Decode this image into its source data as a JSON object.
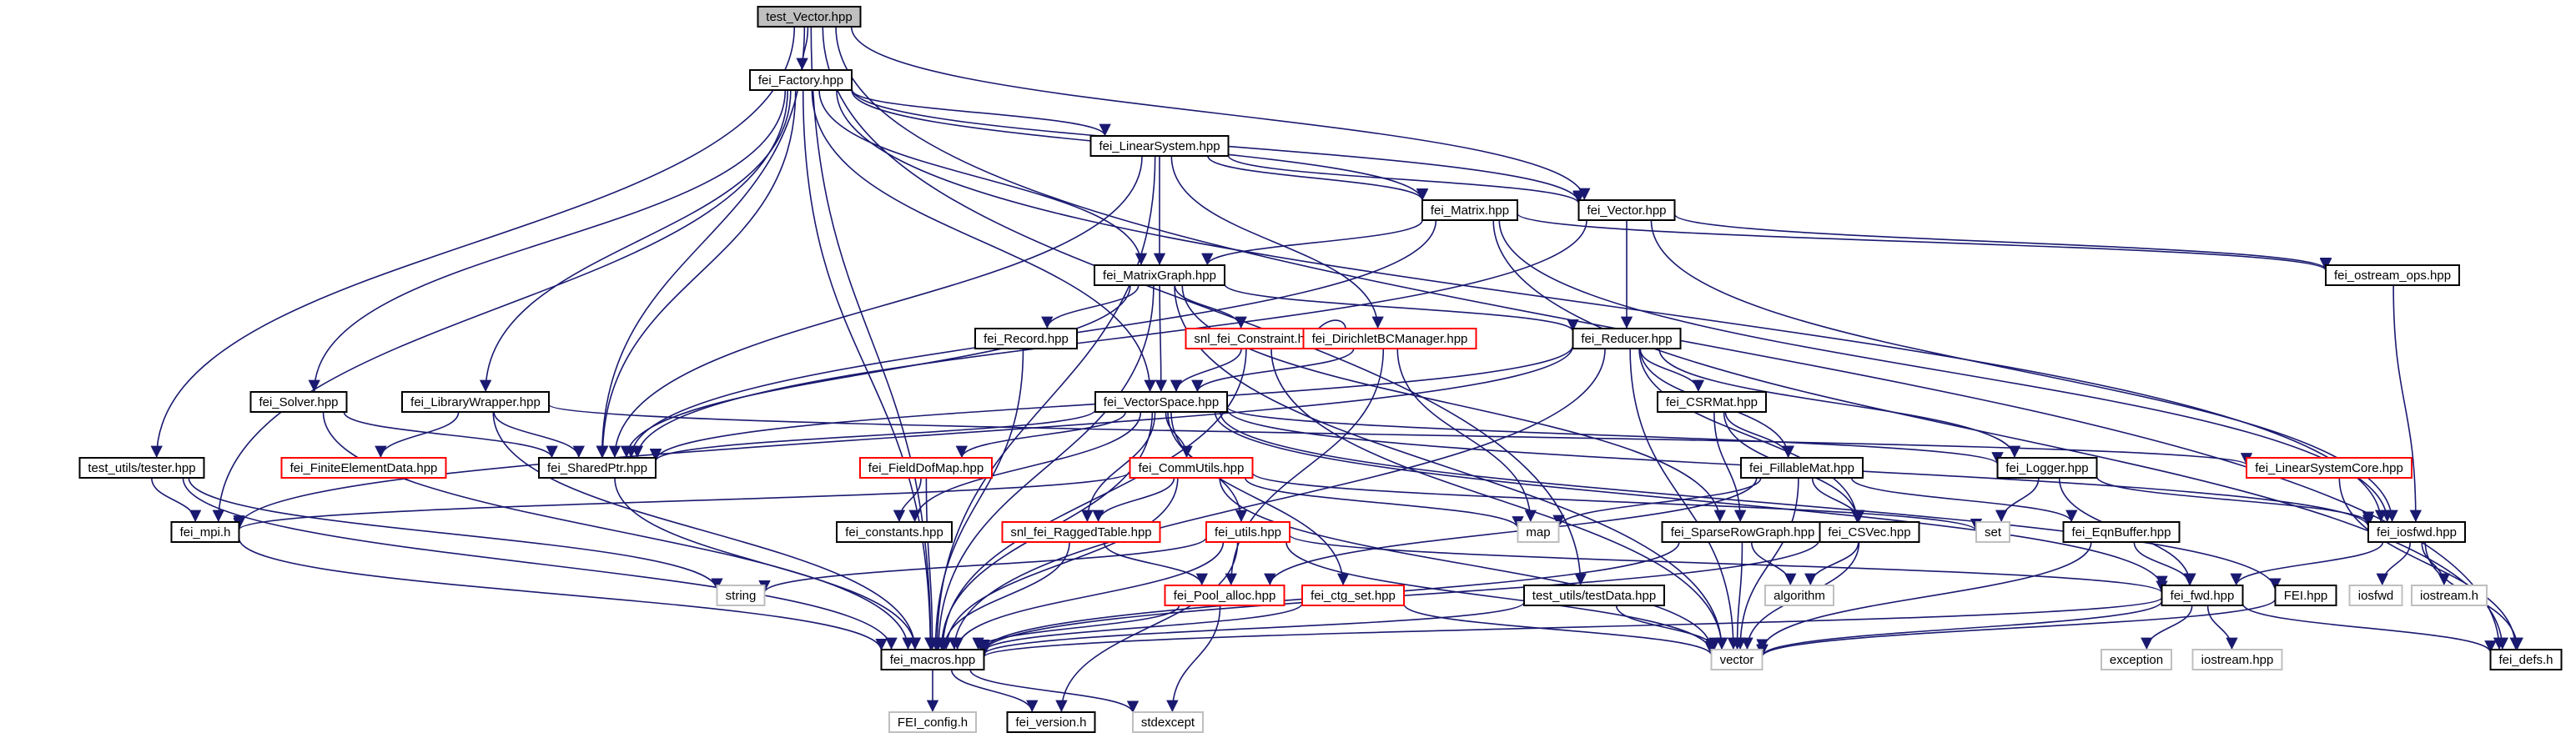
{
  "colors": {
    "root_fill": "#bfbfbf",
    "default_border": "#000000",
    "undocumented_border": "#ff0000",
    "external_border": "#bfbfbf",
    "external_text": "#666666",
    "edge": "#191970"
  },
  "nodes": [
    {
      "id": "test_Vector_hpp",
      "label": "test_Vector.hpp",
      "kind": "root"
    },
    {
      "id": "fei_Factory_hpp",
      "label": "fei_Factory.hpp",
      "kind": "default"
    },
    {
      "id": "fei_LinearSystem_hpp",
      "label": "fei_LinearSystem.hpp",
      "kind": "default"
    },
    {
      "id": "fei_Matrix_hpp",
      "label": "fei_Matrix.hpp",
      "kind": "default"
    },
    {
      "id": "fei_Vector_hpp",
      "label": "fei_Vector.hpp",
      "kind": "default"
    },
    {
      "id": "fei_ostream_ops_hpp",
      "label": "fei_ostream_ops.hpp",
      "kind": "default"
    },
    {
      "id": "fei_MatrixGraph_hpp",
      "label": "fei_MatrixGraph.hpp",
      "kind": "default"
    },
    {
      "id": "fei_Record_hpp",
      "label": "fei_Record.hpp",
      "kind": "default"
    },
    {
      "id": "snl_fei_Constraint_hpp",
      "label": "snl_fei_Constraint.hpp",
      "kind": "undocumented"
    },
    {
      "id": "fei_DirichletBCManager_hpp",
      "label": "fei_DirichletBCManager.hpp",
      "kind": "undocumented"
    },
    {
      "id": "fei_Reducer_hpp",
      "label": "fei_Reducer.hpp",
      "kind": "default"
    },
    {
      "id": "fei_Solver_hpp",
      "label": "fei_Solver.hpp",
      "kind": "default"
    },
    {
      "id": "fei_LibraryWrapper_hpp",
      "label": "fei_LibraryWrapper.hpp",
      "kind": "default"
    },
    {
      "id": "fei_VectorSpace_hpp",
      "label": "fei_VectorSpace.hpp",
      "kind": "default"
    },
    {
      "id": "fei_CSRMat_hpp",
      "label": "fei_CSRMat.hpp",
      "kind": "default"
    },
    {
      "id": "test_utils_tester_hpp",
      "label": "test_utils/tester.hpp",
      "kind": "default"
    },
    {
      "id": "fei_FiniteElementData_hpp",
      "label": "fei_FiniteElementData.hpp",
      "kind": "undocumented"
    },
    {
      "id": "fei_SharedPtr_hpp",
      "label": "fei_SharedPtr.hpp",
      "kind": "default"
    },
    {
      "id": "fei_FieldDofMap_hpp",
      "label": "fei_FieldDofMap.hpp",
      "kind": "undocumented"
    },
    {
      "id": "fei_CommUtils_hpp",
      "label": "fei_CommUtils.hpp",
      "kind": "undocumented"
    },
    {
      "id": "fei_FillableMat_hpp",
      "label": "fei_FillableMat.hpp",
      "kind": "default"
    },
    {
      "id": "fei_Logger_hpp",
      "label": "fei_Logger.hpp",
      "kind": "default"
    },
    {
      "id": "fei_LinearSystemCore_hpp",
      "label": "fei_LinearSystemCore.hpp",
      "kind": "undocumented"
    },
    {
      "id": "fei_mpi_h",
      "label": "fei_mpi.h",
      "kind": "default"
    },
    {
      "id": "fei_constants_hpp",
      "label": "fei_constants.hpp",
      "kind": "default"
    },
    {
      "id": "snl_fei_RaggedTable_hpp",
      "label": "snl_fei_RaggedTable.hpp",
      "kind": "undocumented"
    },
    {
      "id": "map",
      "label": "map",
      "kind": "external"
    },
    {
      "id": "set",
      "label": "set",
      "kind": "external"
    },
    {
      "id": "fei_utils_hpp",
      "label": "fei_utils.hpp",
      "kind": "undocumented"
    },
    {
      "id": "fei_SparseRowGraph_hpp",
      "label": "fei_SparseRowGraph.hpp",
      "kind": "default"
    },
    {
      "id": "fei_CSVec_hpp",
      "label": "fei_CSVec.hpp",
      "kind": "default"
    },
    {
      "id": "fei_EqnBuffer_hpp",
      "label": "fei_EqnBuffer.hpp",
      "kind": "default"
    },
    {
      "id": "fei_iosfwd_hpp",
      "label": "fei_iosfwd.hpp",
      "kind": "default"
    },
    {
      "id": "string",
      "label": "string",
      "kind": "external"
    },
    {
      "id": "fei_Pool_alloc_hpp",
      "label": "fei_Pool_alloc.hpp",
      "kind": "undocumented"
    },
    {
      "id": "fei_ctg_set_hpp",
      "label": "fei_ctg_set.hpp",
      "kind": "undocumented"
    },
    {
      "id": "test_utils_testData_hpp",
      "label": "test_utils/testData.hpp",
      "kind": "default"
    },
    {
      "id": "algorithm",
      "label": "algorithm",
      "kind": "external"
    },
    {
      "id": "fei_fwd_hpp",
      "label": "fei_fwd.hpp",
      "kind": "default"
    },
    {
      "id": "FEI_hpp",
      "label": "FEI.hpp",
      "kind": "default"
    },
    {
      "id": "iosfwd",
      "label": "iosfwd",
      "kind": "external"
    },
    {
      "id": "iostream_h",
      "label": "iostream.h",
      "kind": "external"
    },
    {
      "id": "fei_macros_hpp",
      "label": "fei_macros.hpp",
      "kind": "default"
    },
    {
      "id": "vector",
      "label": "vector",
      "kind": "external"
    },
    {
      "id": "exception",
      "label": "exception",
      "kind": "external"
    },
    {
      "id": "iostream_hpp",
      "label": "iostream.hpp",
      "kind": "external"
    },
    {
      "id": "fei_defs_h",
      "label": "fei_defs.h",
      "kind": "default"
    },
    {
      "id": "FEI_config_h",
      "label": "FEI_config.h",
      "kind": "external"
    },
    {
      "id": "fei_version_h",
      "label": "fei_version.h",
      "kind": "default"
    },
    {
      "id": "stdexcept",
      "label": "stdexcept",
      "kind": "external"
    }
  ],
  "edges": [
    [
      "test_Vector_hpp",
      "fei_Factory_hpp"
    ],
    [
      "test_Vector_hpp",
      "fei_Vector_hpp"
    ],
    [
      "test_Vector_hpp",
      "fei_SharedPtr_hpp"
    ],
    [
      "test_Vector_hpp",
      "test_utils_tester_hpp"
    ],
    [
      "test_Vector_hpp",
      "test_utils_testData_hpp"
    ],
    [
      "test_Vector_hpp",
      "fei_macros_hpp"
    ],
    [
      "test_Vector_hpp",
      "fei_defs_h"
    ],
    [
      "fei_Factory_hpp",
      "fei_LinearSystem_hpp"
    ],
    [
      "fei_Factory_hpp",
      "fei_Matrix_hpp"
    ],
    [
      "fei_Factory_hpp",
      "fei_Vector_hpp"
    ],
    [
      "fei_Factory_hpp",
      "fei_MatrixGraph_hpp"
    ],
    [
      "fei_Factory_hpp",
      "fei_VectorSpace_hpp"
    ],
    [
      "fei_Factory_hpp",
      "fei_Solver_hpp"
    ],
    [
      "fei_Factory_hpp",
      "fei_LibraryWrapper_hpp"
    ],
    [
      "fei_Factory_hpp",
      "fei_SharedPtr_hpp"
    ],
    [
      "fei_Factory_hpp",
      "fei_mpi_h"
    ],
    [
      "fei_Factory_hpp",
      "fei_macros_hpp"
    ],
    [
      "fei_Factory_hpp",
      "fei_iosfwd_hpp"
    ],
    [
      "fei_LinearSystem_hpp",
      "fei_Matrix_hpp"
    ],
    [
      "fei_LinearSystem_hpp",
      "fei_Vector_hpp"
    ],
    [
      "fei_LinearSystem_hpp",
      "fei_MatrixGraph_hpp"
    ],
    [
      "fei_LinearSystem_hpp",
      "fei_DirichletBCManager_hpp"
    ],
    [
      "fei_LinearSystem_hpp",
      "fei_SharedPtr_hpp"
    ],
    [
      "fei_LinearSystem_hpp",
      "fei_macros_hpp"
    ],
    [
      "fei_Matrix_hpp",
      "fei_MatrixGraph_hpp"
    ],
    [
      "fei_Matrix_hpp",
      "fei_ostream_ops_hpp"
    ],
    [
      "fei_Matrix_hpp",
      "fei_SharedPtr_hpp"
    ],
    [
      "fei_Matrix_hpp",
      "fei_iosfwd_hpp"
    ],
    [
      "fei_Matrix_hpp",
      "fei_defs_h"
    ],
    [
      "fei_Vector_hpp",
      "fei_Reducer_hpp"
    ],
    [
      "fei_Vector_hpp",
      "fei_ostream_ops_hpp"
    ],
    [
      "fei_Vector_hpp",
      "fei_SharedPtr_hpp"
    ],
    [
      "fei_Vector_hpp",
      "fei_iosfwd_hpp"
    ],
    [
      "fei_ostream_ops_hpp",
      "fei_iosfwd_hpp"
    ],
    [
      "fei_MatrixGraph_hpp",
      "fei_Record_hpp"
    ],
    [
      "fei_MatrixGraph_hpp",
      "snl_fei_Constraint_hpp"
    ],
    [
      "fei_MatrixGraph_hpp",
      "fei_VectorSpace_hpp"
    ],
    [
      "fei_MatrixGraph_hpp",
      "fei_Reducer_hpp"
    ],
    [
      "fei_MatrixGraph_hpp",
      "fei_SparseRowGraph_hpp"
    ],
    [
      "fei_MatrixGraph_hpp",
      "fei_SharedPtr_hpp"
    ],
    [
      "fei_MatrixGraph_hpp",
      "fei_macros_hpp"
    ],
    [
      "fei_MatrixGraph_hpp",
      "vector"
    ],
    [
      "fei_Record_hpp",
      "fei_macros_hpp"
    ],
    [
      "snl_fei_Constraint_hpp",
      "snl_fei_Constraint_hpp"
    ],
    [
      "snl_fei_Constraint_hpp",
      "fei_VectorSpace_hpp"
    ],
    [
      "snl_fei_Constraint_hpp",
      "fei_macros_hpp"
    ],
    [
      "snl_fei_Constraint_hpp",
      "vector"
    ],
    [
      "fei_DirichletBCManager_hpp",
      "fei_VectorSpace_hpp"
    ],
    [
      "fei_DirichletBCManager_hpp",
      "fei_Pool_alloc_hpp"
    ],
    [
      "fei_DirichletBCManager_hpp",
      "map"
    ],
    [
      "fei_Reducer_hpp",
      "fei_CSRMat_hpp"
    ],
    [
      "fei_Reducer_hpp",
      "fei_FillableMat_hpp"
    ],
    [
      "fei_Reducer_hpp",
      "fei_CSVec_hpp"
    ],
    [
      "fei_Reducer_hpp",
      "fei_Logger_hpp"
    ],
    [
      "fei_Reducer_hpp",
      "fei_SharedPtr_hpp"
    ],
    [
      "fei_Reducer_hpp",
      "fei_mpi_h"
    ],
    [
      "fei_Reducer_hpp",
      "fei_macros_hpp"
    ],
    [
      "fei_Reducer_hpp",
      "vector"
    ],
    [
      "fei_Solver_hpp",
      "fei_SharedPtr_hpp"
    ],
    [
      "fei_Solver_hpp",
      "fei_macros_hpp"
    ],
    [
      "fei_LibraryWrapper_hpp",
      "fei_FiniteElementData_hpp"
    ],
    [
      "fei_LibraryWrapper_hpp",
      "fei_SharedPtr_hpp"
    ],
    [
      "fei_LibraryWrapper_hpp",
      "fei_LinearSystemCore_hpp"
    ],
    [
      "fei_LibraryWrapper_hpp",
      "fei_macros_hpp"
    ],
    [
      "fei_VectorSpace_hpp",
      "fei_FieldDofMap_hpp"
    ],
    [
      "fei_VectorSpace_hpp",
      "fei_CommUtils_hpp"
    ],
    [
      "fei_VectorSpace_hpp",
      "fei_constants_hpp"
    ],
    [
      "fei_VectorSpace_hpp",
      "snl_fei_RaggedTable_hpp"
    ],
    [
      "fei_VectorSpace_hpp",
      "fei_utils_hpp"
    ],
    [
      "fei_VectorSpace_hpp",
      "fei_ctg_set_hpp"
    ],
    [
      "fei_VectorSpace_hpp",
      "fei_Logger_hpp"
    ],
    [
      "fei_VectorSpace_hpp",
      "fei_SharedPtr_hpp"
    ],
    [
      "fei_VectorSpace_hpp",
      "fei_fwd_hpp"
    ],
    [
      "fei_VectorSpace_hpp",
      "FEI_hpp"
    ],
    [
      "fei_VectorSpace_hpp",
      "fei_iosfwd_hpp"
    ],
    [
      "fei_VectorSpace_hpp",
      "fei_macros_hpp"
    ],
    [
      "fei_CSRMat_hpp",
      "fei_FillableMat_hpp"
    ],
    [
      "fei_CSRMat_hpp",
      "fei_SparseRowGraph_hpp"
    ],
    [
      "fei_CSRMat_hpp",
      "fei_CSVec_hpp"
    ],
    [
      "test_utils_tester_hpp",
      "fei_mpi_h"
    ],
    [
      "test_utils_tester_hpp",
      "string"
    ],
    [
      "test_utils_tester_hpp",
      "fei_macros_hpp"
    ],
    [
      "fei_SharedPtr_hpp",
      "fei_macros_hpp"
    ],
    [
      "fei_FieldDofMap_hpp",
      "fei_constants_hpp"
    ],
    [
      "fei_FieldDofMap_hpp",
      "fei_macros_hpp"
    ],
    [
      "fei_CommUtils_hpp",
      "fei_mpi_h"
    ],
    [
      "fei_CommUtils_hpp",
      "snl_fei_RaggedTable_hpp"
    ],
    [
      "fei_CommUtils_hpp",
      "map"
    ],
    [
      "fei_CommUtils_hpp",
      "set"
    ],
    [
      "fei_CommUtils_hpp",
      "fei_macros_hpp"
    ],
    [
      "fei_CommUtils_hpp",
      "vector"
    ],
    [
      "fei_FillableMat_hpp",
      "map"
    ],
    [
      "fei_FillableMat_hpp",
      "fei_Pool_alloc_hpp"
    ],
    [
      "fei_FillableMat_hpp",
      "fei_EqnBuffer_hpp"
    ],
    [
      "fei_FillableMat_hpp",
      "fei_CSVec_hpp"
    ],
    [
      "fei_FillableMat_hpp",
      "vector"
    ],
    [
      "fei_Logger_hpp",
      "set"
    ],
    [
      "fei_Logger_hpp",
      "fei_iosfwd_hpp"
    ],
    [
      "fei_Logger_hpp",
      "fei_fwd_hpp"
    ],
    [
      "fei_LinearSystemCore_hpp",
      "fei_defs_h"
    ],
    [
      "fei_mpi_h",
      "fei_macros_hpp"
    ],
    [
      "snl_fei_RaggedTable_hpp",
      "fei_Pool_alloc_hpp"
    ],
    [
      "snl_fei_RaggedTable_hpp",
      "fei_macros_hpp"
    ],
    [
      "fei_utils_hpp",
      "string"
    ],
    [
      "fei_utils_hpp",
      "fei_fwd_hpp"
    ],
    [
      "fei_utils_hpp",
      "fei_version_h"
    ],
    [
      "fei_utils_hpp",
      "fei_macros_hpp"
    ],
    [
      "fei_utils_hpp",
      "vector"
    ],
    [
      "fei_SparseRowGraph_hpp",
      "algorithm"
    ],
    [
      "fei_SparseRowGraph_hpp",
      "vector"
    ],
    [
      "fei_SparseRowGraph_hpp",
      "fei_macros_hpp"
    ],
    [
      "fei_CSVec_hpp",
      "algorithm"
    ],
    [
      "fei_CSVec_hpp",
      "vector"
    ],
    [
      "fei_CSVec_hpp",
      "fei_macros_hpp"
    ],
    [
      "fei_EqnBuffer_hpp",
      "fei_fwd_hpp"
    ],
    [
      "fei_EqnBuffer_hpp",
      "vector"
    ],
    [
      "fei_iosfwd_hpp",
      "iosfwd"
    ],
    [
      "fei_iosfwd_hpp",
      "iostream_h"
    ],
    [
      "fei_iosfwd_hpp",
      "fei_fwd_hpp"
    ],
    [
      "fei_iosfwd_hpp",
      "fei_defs_h"
    ],
    [
      "fei_Pool_alloc_hpp",
      "stdexcept"
    ],
    [
      "fei_Pool_alloc_hpp",
      "fei_macros_hpp"
    ],
    [
      "fei_ctg_set_hpp",
      "fei_macros_hpp"
    ],
    [
      "fei_ctg_set_hpp",
      "vector"
    ],
    [
      "test_utils_testData_hpp",
      "fei_macros_hpp"
    ],
    [
      "test_utils_testData_hpp",
      "vector"
    ],
    [
      "fei_fwd_hpp",
      "fei_macros_hpp"
    ],
    [
      "fei_fwd_hpp",
      "exception"
    ],
    [
      "fei_fwd_hpp",
      "iostream_hpp"
    ],
    [
      "fei_fwd_hpp",
      "vector"
    ],
    [
      "fei_fwd_hpp",
      "fei_defs_h"
    ],
    [
      "FEI_hpp",
      "vector"
    ],
    [
      "fei_macros_hpp",
      "FEI_config_h"
    ],
    [
      "fei_macros_hpp",
      "fei_version_h"
    ],
    [
      "fei_macros_hpp",
      "stdexcept"
    ]
  ]
}
